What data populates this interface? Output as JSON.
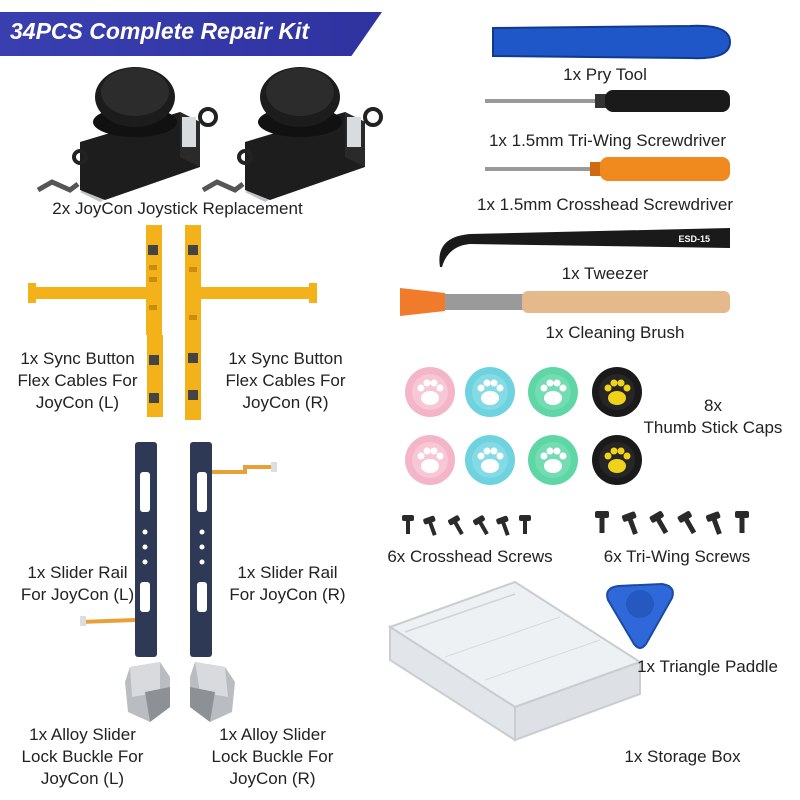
{
  "banner": {
    "title": "34PCS Complete Repair Kit"
  },
  "items": {
    "joystick": "2x JoyCon Joystick Replacement",
    "sync_left": {
      "l1": "1x Sync Button",
      "l2": "Flex Cables For",
      "l3": "JoyCon (L)"
    },
    "sync_right": {
      "l1": "1x Sync Button",
      "l2": "Flex Cables For",
      "l3": "JoyCon (R)"
    },
    "rail_left": {
      "l1": "1x Slider Rail",
      "l2": "For JoyCon (L)"
    },
    "rail_right": {
      "l1": "1x Slider Rail",
      "l2": "For JoyCon (R)"
    },
    "buckle_left": {
      "l1": "1x Alloy Slider",
      "l2": "Lock Buckle For",
      "l3": "JoyCon (L)"
    },
    "buckle_right": {
      "l1": "1x Alloy Slider",
      "l2": "Lock Buckle For",
      "l3": "JoyCon (R)"
    },
    "pry_tool": "1x Pry Tool",
    "triwing_driver": "1x 1.5mm Tri-Wing Screwdriver",
    "crosshead_driver": "1x 1.5mm Crosshead Screwdriver",
    "tweezer": "1x Tweezer",
    "tweezer_mark": "ESD-15",
    "brush": "1x Cleaning Brush",
    "caps": {
      "l1": "8x",
      "l2": "Thumb Stick Caps"
    },
    "cross_screws": "6x Crosshead Screws",
    "tri_screws": "6x Tri-Wing Screws",
    "paddle": "1x Triangle Paddle",
    "storage_box": "1x Storage Box"
  },
  "colors": {
    "banner": "#3a3fb0",
    "pry_tool_blue": "#1f56c8",
    "screwdriver_black": "#1a1a1a",
    "screwdriver_orange": "#f08a1e",
    "flex_orange": "#f4b21a",
    "rail_navy": "#2e3a55",
    "cap_pink": "#f4b5c8",
    "cap_cyan": "#6fd3df",
    "cap_mint": "#5fd6a6",
    "cap_black": "#1a1a1a",
    "cap_yellow": "#f1d21b"
  }
}
